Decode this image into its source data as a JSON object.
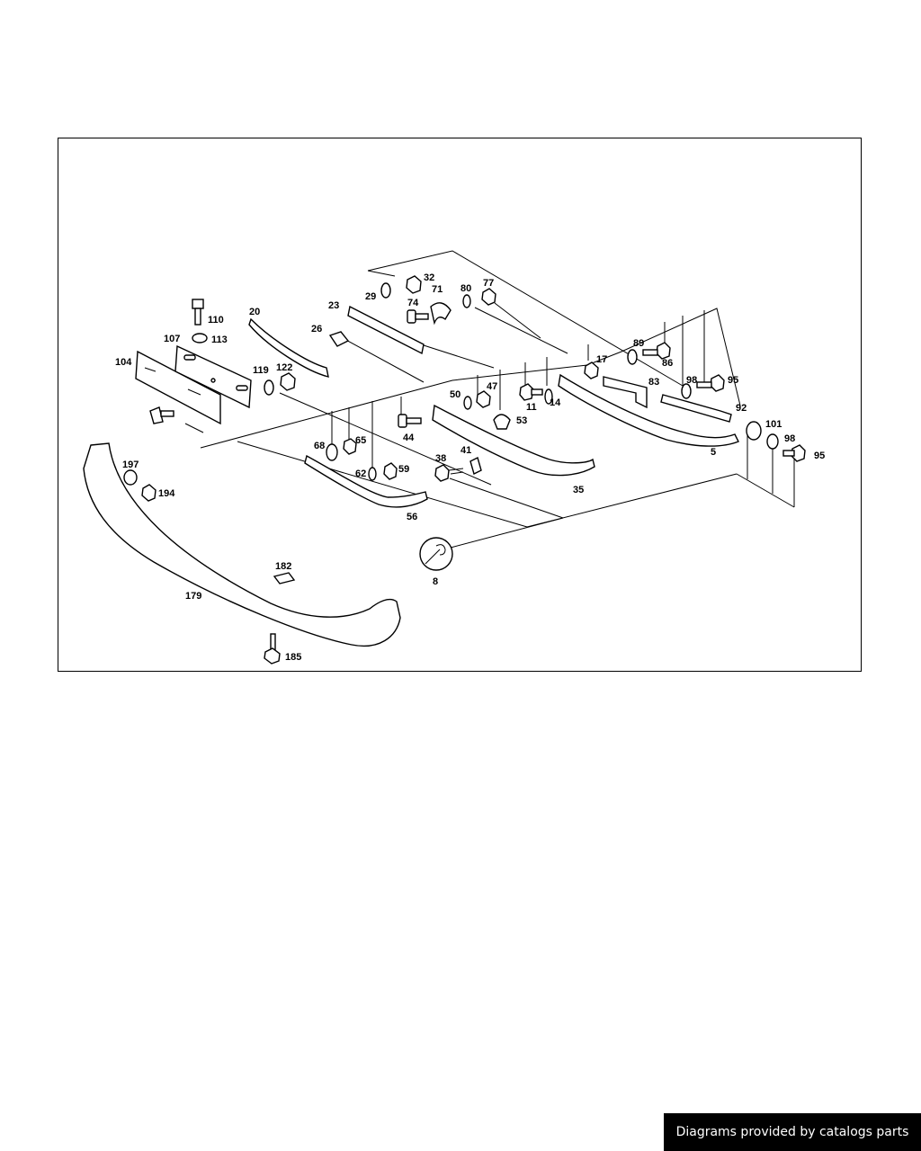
{
  "labels": {
    "l5": "5",
    "l8": "8",
    "l11": "11",
    "l14": "14",
    "l17": "17",
    "l20": "20",
    "l23": "23",
    "l26": "26",
    "l29": "29",
    "l32": "32",
    "l35": "35",
    "l38": "38",
    "l41": "41",
    "l44": "44",
    "l47": "47",
    "l50": "50",
    "l53": "53",
    "l56": "56",
    "l59": "59",
    "l62": "62",
    "l65": "65",
    "l68": "68",
    "l71": "71",
    "l74": "74",
    "l77": "77",
    "l80": "80",
    "l83": "83",
    "l86": "86",
    "l89": "89",
    "l92": "92",
    "l95a": "95",
    "l95b": "95",
    "l98a": "98",
    "l98b": "98",
    "l101": "101",
    "l104": "104",
    "l107": "107",
    "l110": "110",
    "l113": "113",
    "l119": "119",
    "l122": "122",
    "l179": "179",
    "l182": "182",
    "l185": "185",
    "l194": "194",
    "l197": "197"
  },
  "icons": {
    "tool": "wrench-icon"
  },
  "footer": {
    "text": "Diagrams provided by catalogs parts"
  },
  "colors": {
    "line": "#000000",
    "background": "#ffffff",
    "footer_bg": "#000000",
    "footer_text": "#ffffff"
  }
}
